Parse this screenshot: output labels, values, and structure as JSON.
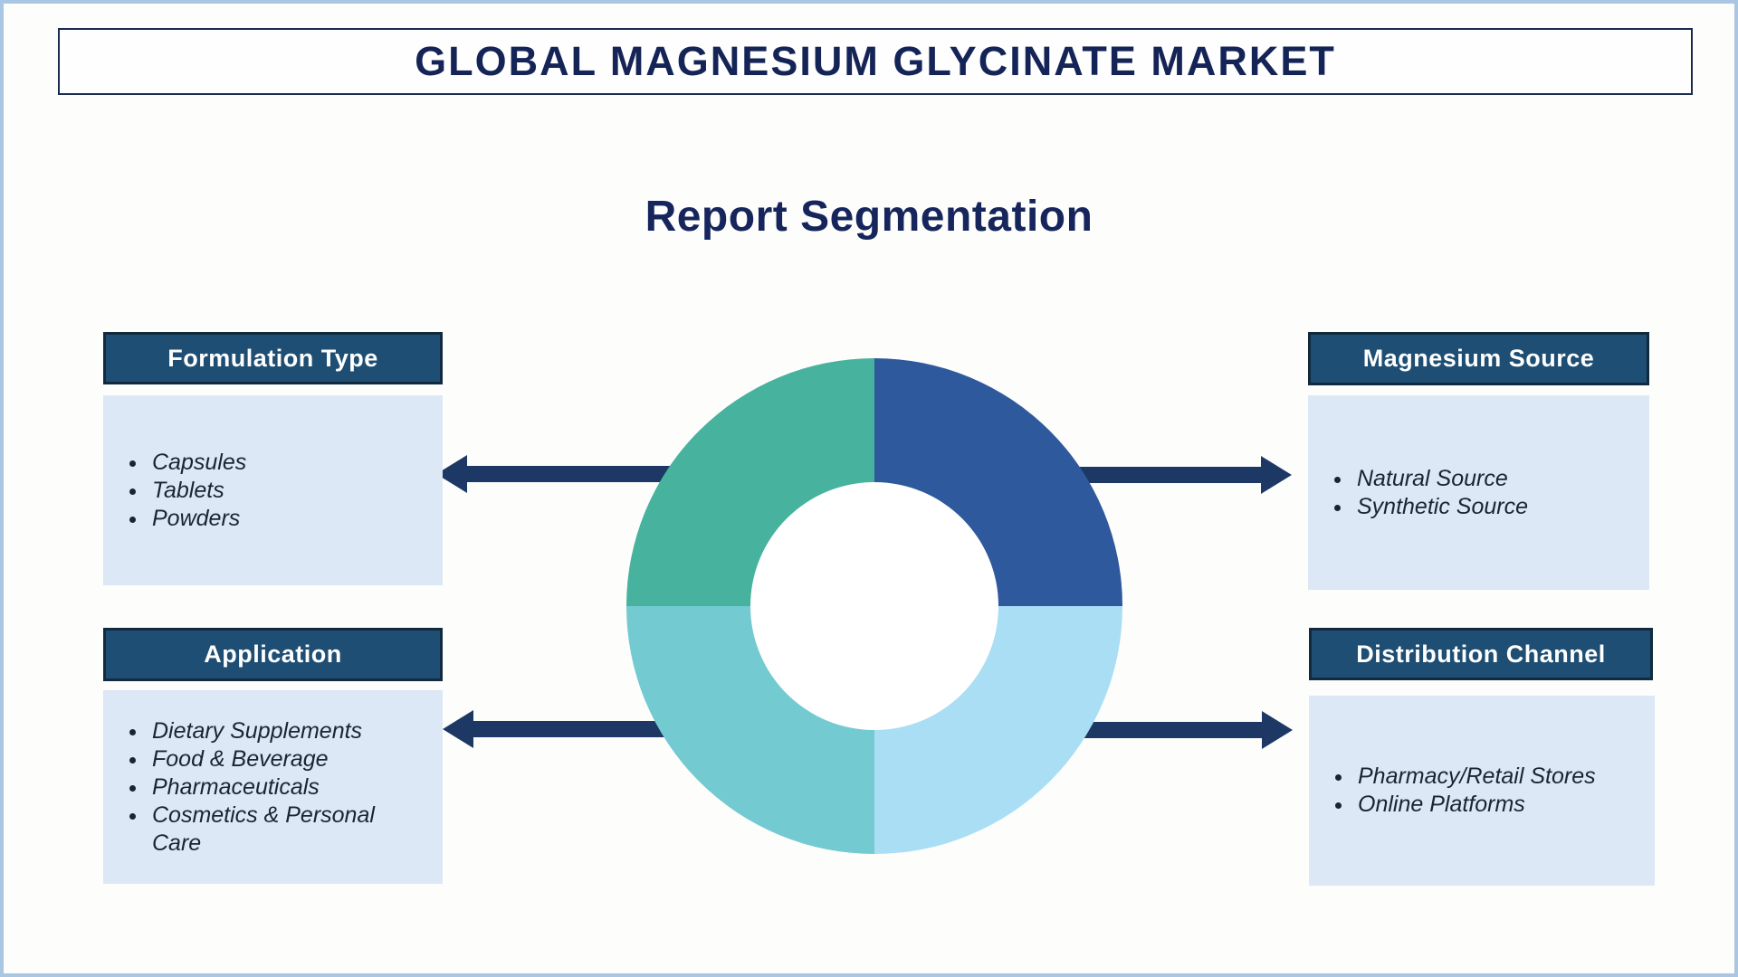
{
  "page": {
    "title": "GLOBAL MAGNESIUM GLYCINATE MARKET",
    "subtitle": "Report Segmentation"
  },
  "colors": {
    "navy_text": "#152457",
    "header_bg": "#1e4e73",
    "header_border": "#112a40",
    "body_bg": "#dce8f5",
    "arrow": "#1d3864",
    "page_border": "#a9c6e2",
    "donut_top_left": "#47b29e",
    "donut_top_right": "#2e599c",
    "donut_bottom_right": "#a9def5",
    "donut_bottom_left": "#73cad1"
  },
  "segments": [
    {
      "id": "formulation-type",
      "title": "Formulation Type",
      "items": [
        "Capsules",
        "Tablets",
        "Powders"
      ],
      "position": "top-left",
      "quadrant_color": "#47b29e"
    },
    {
      "id": "magnesium-source",
      "title": "Magnesium Source",
      "items": [
        "Natural Source",
        "Synthetic Source"
      ],
      "position": "top-right",
      "quadrant_color": "#2e599c"
    },
    {
      "id": "application",
      "title": "Application",
      "items": [
        "Dietary Supplements",
        "Food & Beverage",
        "Pharmaceuticals",
        "Cosmetics & Personal Care"
      ],
      "position": "bottom-left",
      "quadrant_color": "#73cad1"
    },
    {
      "id": "distribution-channel",
      "title": "Distribution Channel",
      "items": [
        "Pharmacy/Retail Stores",
        "Online Platforms"
      ],
      "position": "bottom-right",
      "quadrant_color": "#a9def5"
    }
  ],
  "chart_data": {
    "type": "pie",
    "style": "donut",
    "title": "Report Segmentation",
    "categories": [
      "Magnesium Source",
      "Distribution Channel",
      "Application",
      "Formulation Type"
    ],
    "values": [
      25,
      25,
      25,
      25
    ],
    "colors": [
      "#2e599c",
      "#a9def5",
      "#73cad1",
      "#47b29e"
    ],
    "legend_position": "none",
    "labels_shown": false,
    "note": "Four equal unlabeled quadrants; arrows link each quadrant to its segment box"
  }
}
